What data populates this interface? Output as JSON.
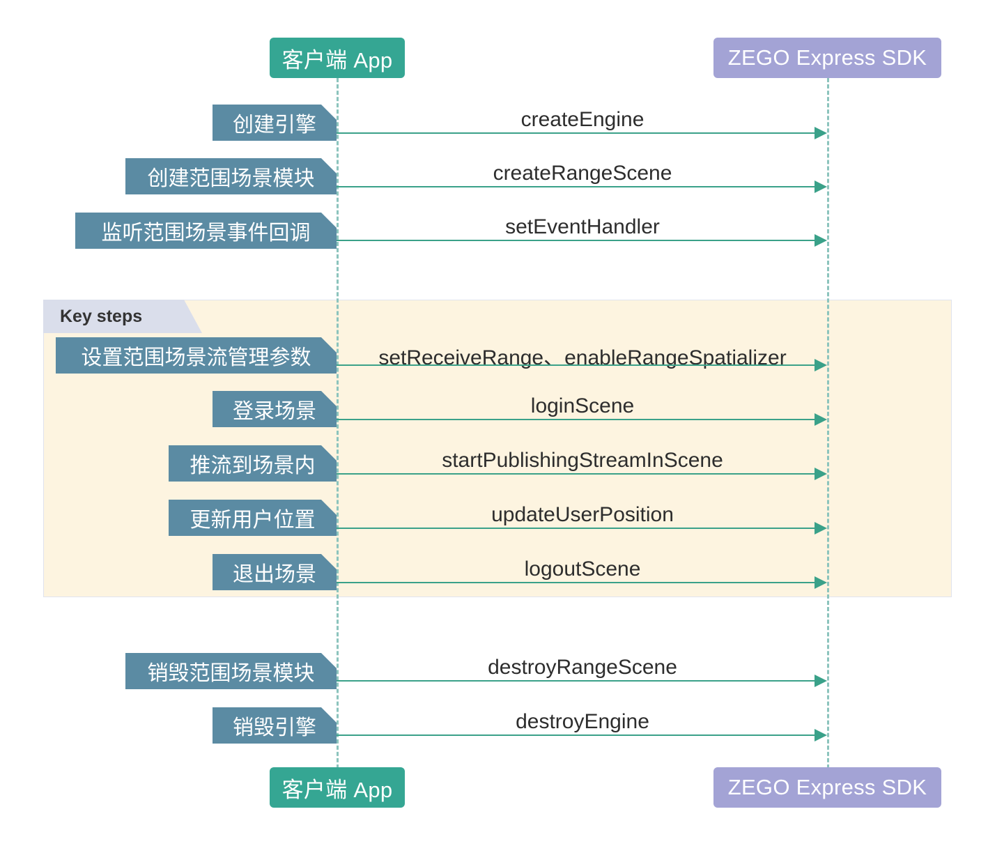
{
  "diagram": {
    "type": "sequence-diagram",
    "participants": [
      {
        "id": "client",
        "label": "客户端 App",
        "color": "#35a693"
      },
      {
        "id": "sdk",
        "label": "ZEGO Express SDK",
        "color": "#a3a3d5"
      }
    ],
    "colors": {
      "client_box": "#35a693",
      "sdk_box": "#a3a3d5",
      "note_tag": "#5b8ba3",
      "arrow": "#3aa189",
      "lifeline": "#8cc4bd",
      "frame_background": "#fdf4e0",
      "frame_label_background": "#dadeeb",
      "frame_border": "#dfe3ef",
      "text_dark": "#2d2d2d",
      "text_light": "#ffffff"
    },
    "frame": {
      "label": "Key steps"
    },
    "messages": [
      {
        "note": "创建引擎",
        "method": "createEngine",
        "section": "top"
      },
      {
        "note": "创建范围场景模块",
        "method": "createRangeScene",
        "section": "top"
      },
      {
        "note": "监听范围场景事件回调",
        "method": "setEventHandler",
        "section": "top"
      },
      {
        "note": "设置范围场景流管理参数",
        "method": "setReceiveRange、enableRangeSpatializer",
        "section": "key-steps"
      },
      {
        "note": "登录场景",
        "method": "loginScene",
        "section": "key-steps"
      },
      {
        "note": "推流到场景内",
        "method": "startPublishingStreamInScene",
        "section": "key-steps"
      },
      {
        "note": "更新用户位置",
        "method": "updateUserPosition",
        "section": "key-steps"
      },
      {
        "note": "退出场景",
        "method": "logoutScene",
        "section": "key-steps"
      },
      {
        "note": "销毁范围场景模块",
        "method": "destroyRangeScene",
        "section": "bottom"
      },
      {
        "note": "销毁引擎",
        "method": "destroyEngine",
        "section": "bottom"
      }
    ]
  }
}
